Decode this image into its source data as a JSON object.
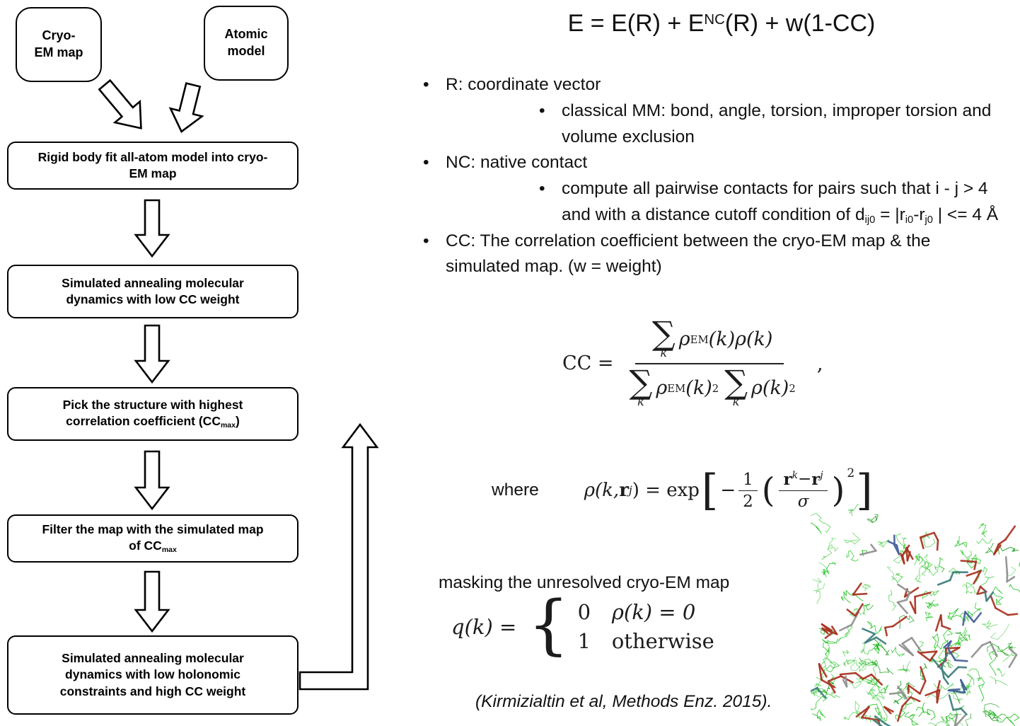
{
  "flow": {
    "cryo": "Cryo-\nEM map",
    "atomic": "Atomic\nmodel",
    "s1": "Rigid body fit all-atom model into cryo-EM map",
    "s2": "Simulated annealing molecular dynamics with low CC weight",
    "s3a": "Pick the structure with highest correlation coefficient (CC",
    "s3sub": "max",
    "s3b": ")",
    "s4a": "Filter the map with the simulated map of CC",
    "s4sub": "max",
    "s5": "Simulated annealing molecular dynamics with low holonomic constraints and high CC weight"
  },
  "title_eq": {
    "p1": "E = E(R) + E",
    "sup": "NC",
    "p2": "(R) + w(1-CC)"
  },
  "bullets": {
    "b1": "R: coordinate vector",
    "b1_sub": "classical MM: bond, angle, torsion, improper torsion and volume exclusion",
    "b2": "NC: native contact",
    "b2s_p1": "compute all pairwise contacts for pairs such that i - j > 4 and with a distance cutoff condition of d",
    "b2s_s1": "ij0",
    "b2s_p2": " = |r",
    "b2s_s2": "i0",
    "b2s_p3": "-r",
    "b2s_s3": "j0",
    "b2s_p4": " | <= 4 Å",
    "b3": "CC: The correlation coefficient between the cryo-EM map & the simulated map. (w = weight)"
  },
  "cc_eq": {
    "lhs": "CC =",
    "sum": "∑",
    "sum_sub": "k",
    "num_rho": "ρ",
    "num_sup": "EM",
    "num_args": "(k)ρ(k)",
    "den1_rho": "ρ",
    "den1_sup": "EM",
    "den1_arg": "(k)",
    "den1_pow": "2",
    "den2_body": "ρ(k)",
    "den2_pow": "2",
    "comma": ","
  },
  "rho_eq": {
    "where": "where",
    "lhs1": "ρ(k, ",
    "lhs_r": "r",
    "lhs_sub": "j",
    "lhs2": ") = exp",
    "lbrack": "[",
    "minus": "−",
    "f1_num": "1",
    "f1_den": "2",
    "lparen": "(",
    "f2_r1": "r",
    "f2_s1": "k",
    "f2_minus": " − ",
    "f2_r2": "r",
    "f2_s2": "j",
    "f2_den": "σ",
    "rparen": ")",
    "pow": "2",
    "rbrack": "]"
  },
  "masking": {
    "label": "masking the unresolved cryo-EM map",
    "lhs": "q(k) =",
    "brace": "{",
    "row1_val": "0",
    "row1_cond": "ρ(k) = 0",
    "row2_val": "1",
    "row2_cond": "otherwise"
  },
  "citation": {
    "text": "(Kirmizialtin et al, Methods Enz. 2015)."
  },
  "colors": {
    "mesh_green": "#27c427",
    "stick_red": "#a83220",
    "stick_teal": "#3c7d7d",
    "stick_blue": "#44609a",
    "stick_gray": "#909090"
  }
}
